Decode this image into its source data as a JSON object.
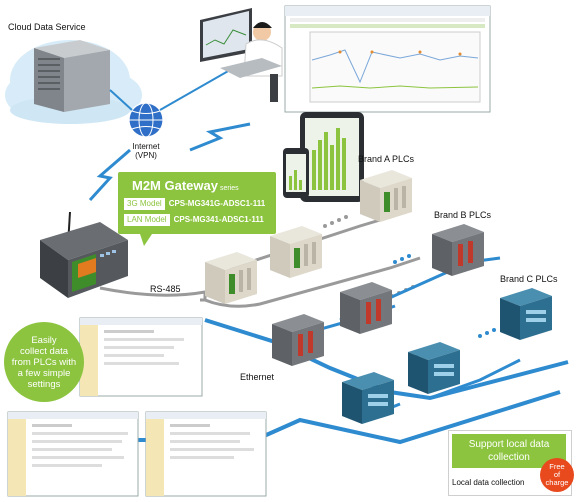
{
  "labels": {
    "cloud": "Cloud Data Service",
    "internet_line1": "Internet",
    "internet_line2": "(VPN)",
    "brand_a": "Brand A PLCs",
    "brand_b": "Brand B PLCs",
    "brand_c": "Brand C PLCs",
    "rs485": "RS-485",
    "ethernet": "Ethernet"
  },
  "m2m": {
    "title": "M2M Gateway",
    "series": "series",
    "models": [
      {
        "tag": "3G Model",
        "name": "CPS-MG341G-ADSC1-111"
      },
      {
        "tag": "LAN Model",
        "name": "CPS-MG341-ADSC1-111"
      }
    ]
  },
  "callout": {
    "line1": "Easily",
    "line2": "collect data",
    "line3": "from PLCs with",
    "line4": "a few simple",
    "line5": "settings"
  },
  "support": {
    "line1": "Support local data",
    "line2": "collection",
    "foot": "Local data collection",
    "badge_line1": "Free",
    "badge_line2": "of",
    "badge_line3": "charge"
  },
  "colors": {
    "green": "#8cc43f",
    "cable": "#2f8bcf",
    "cable_gray": "#9a9a9a",
    "badge": "#e8491d"
  }
}
